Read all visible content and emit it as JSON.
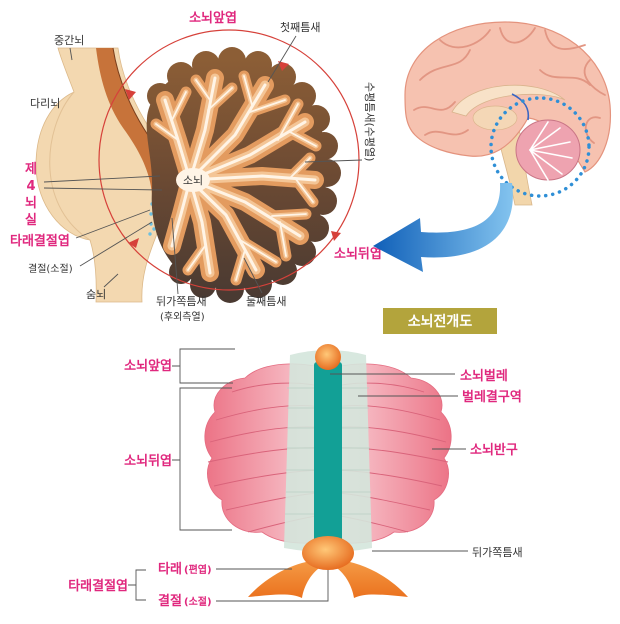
{
  "top": {
    "anterior_lobe": "소뇌앞엽",
    "primary_fissure": "첫째틈새",
    "midbrain": "중간뇌",
    "pons": "다리뇌",
    "fourth_ventricle": [
      "제",
      "4",
      "뇌",
      "실"
    ],
    "cerebellum": "소뇌",
    "flocculonodular_lobe": "타래결절엽",
    "nodule": "결절(소절)",
    "medulla": "숨뇌",
    "posterolateral_fissure": "뒤가쪽틈새",
    "posterolateral_fissure_alt": "(후외측열)",
    "secondary_fissure": "둘째틈새",
    "posterior_lobe": "소뇌뒤엽",
    "horizontal_fissure": "수평틈새(수평열)"
  },
  "bottom": {
    "title": "소뇌전개도",
    "anterior_lobe": "소뇌앞엽",
    "posterior_lobe": "소뇌뒤엽",
    "flocculonodular_lobe": "타래결절엽",
    "flocculus": "타래",
    "flocculus_alt": "(편엽)",
    "nodule": "결절",
    "nodule_alt": "(소절)",
    "vermis": "소뇌벌레",
    "paravermal_zone": "벌레결구역",
    "hemisphere": "소뇌반구",
    "posterolateral_fissure": "뒤가쪽틈새"
  },
  "colors": {
    "label_accent": "#e0287e",
    "title_box": "#b3a43c",
    "vermis": "#12a096",
    "focus_circle": "#d6413a",
    "arrow": "#1a6fc4"
  }
}
